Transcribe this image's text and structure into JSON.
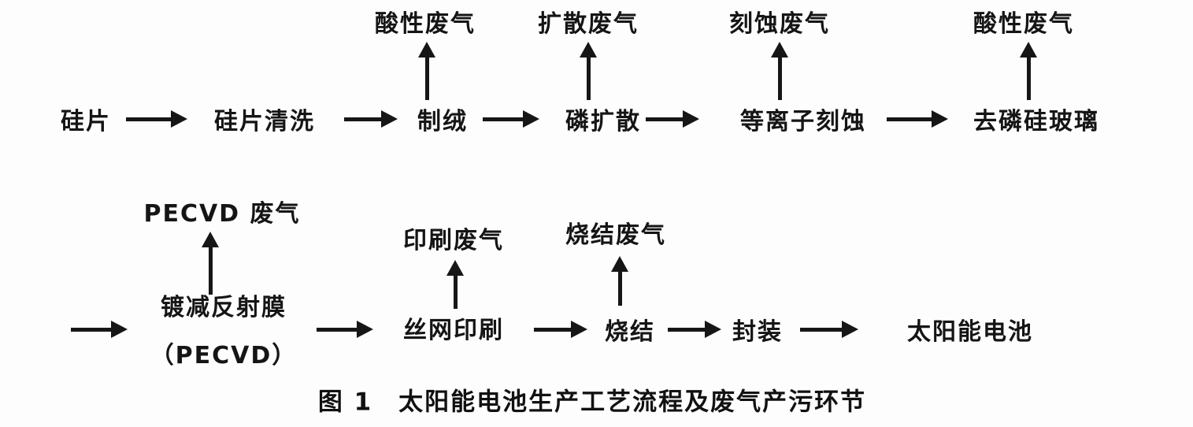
{
  "figure": {
    "caption": "图 1　太阳能电池生产工艺流程及废气产污环节"
  },
  "row1": {
    "steps": {
      "wafer": "硅片",
      "cleaning": "硅片清洗",
      "texturing": "制绒",
      "diffusion": "磷扩散",
      "etching": "等离子刻蚀",
      "psg_removal": "去磷硅玻璃"
    },
    "emissions": {
      "texturing": "酸性废气",
      "diffusion": "扩散废气",
      "etching": "刻蚀废气",
      "psg_removal": "酸性废气"
    }
  },
  "row2": {
    "steps": {
      "arc_coating_line1": "镀减反射膜",
      "arc_coating_line2": "（PECVD）",
      "screen_printing": "丝网印刷",
      "sintering": "烧结",
      "packaging": "封装",
      "solar_cell": "太阳能电池"
    },
    "emissions": {
      "pecvd": "PECVD 废气",
      "printing": "印刷废气",
      "sintering": "烧结废气"
    }
  },
  "colors": {
    "ink": "#161616",
    "background": "#fdfdfd"
  }
}
